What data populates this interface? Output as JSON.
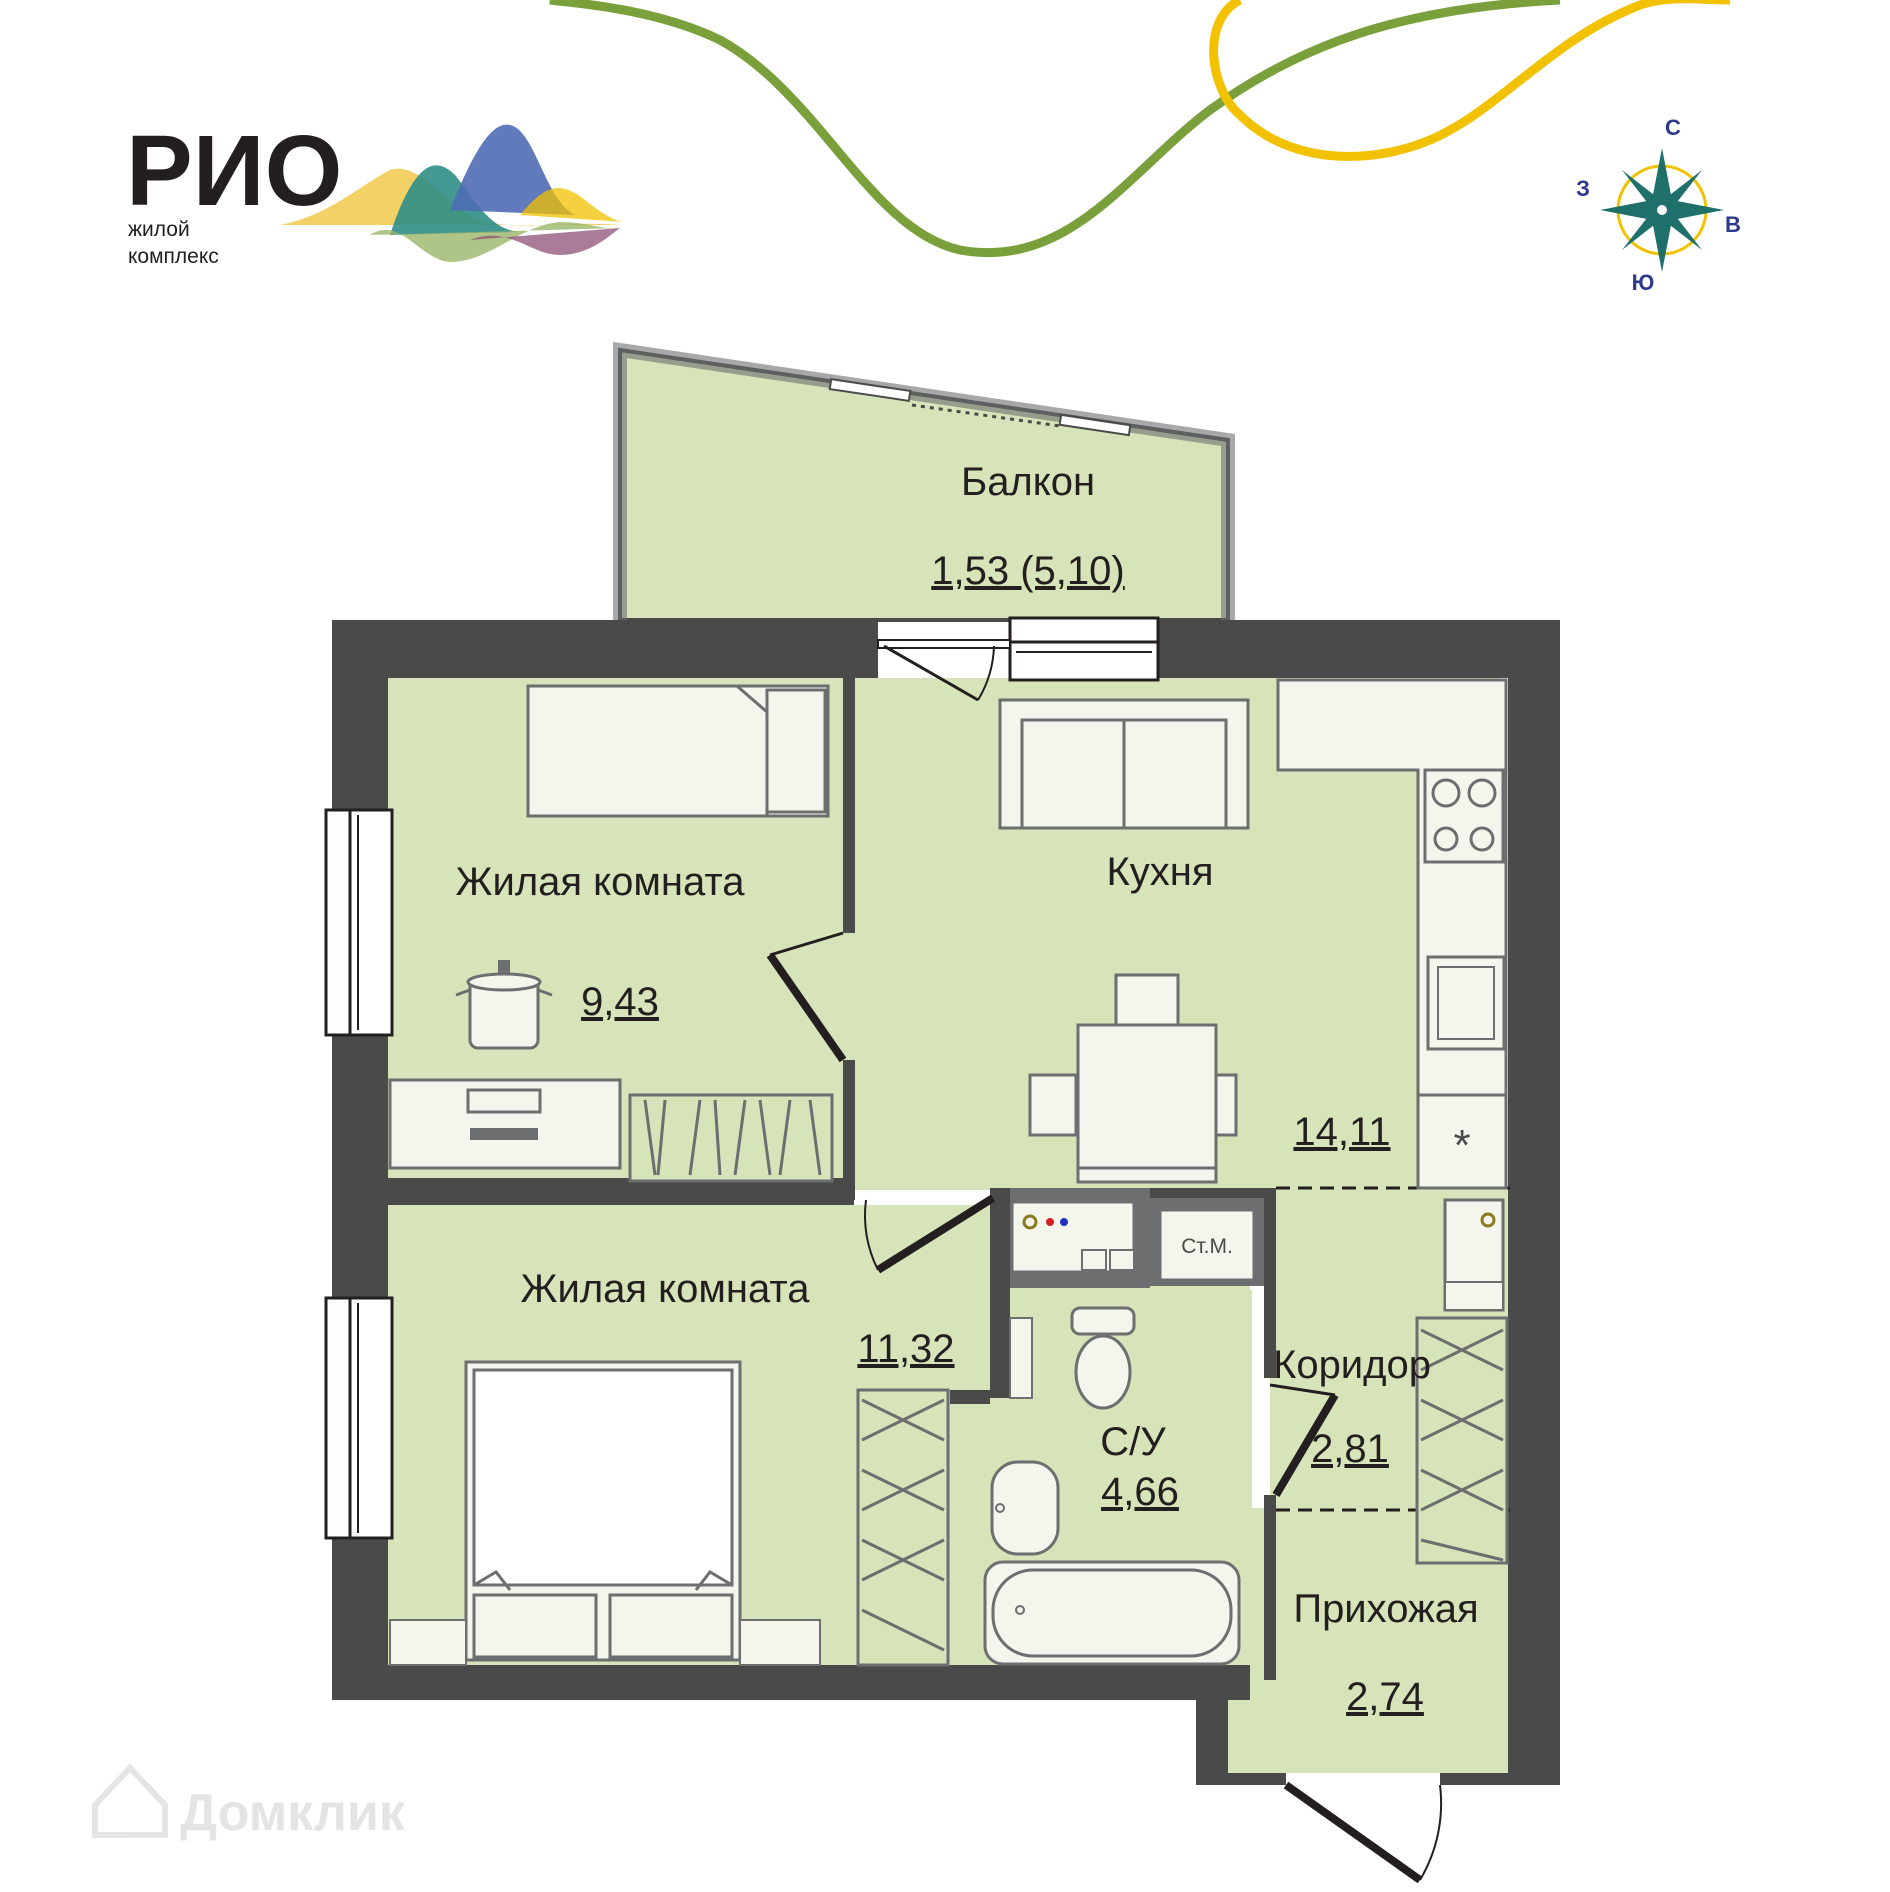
{
  "brand": {
    "name": "РИО",
    "subtitle_line1": "жилой",
    "subtitle_line2": "комплекс"
  },
  "compass": {
    "north": "С",
    "south": "Ю",
    "west": "З",
    "east": "В"
  },
  "rooms": {
    "balcony": {
      "name": "Балкон",
      "area": "1,53 (5,10)"
    },
    "bedroom1": {
      "name": "Жилая комната",
      "area": "9,43"
    },
    "bedroom2": {
      "name": "Жилая комната",
      "area": "11,32"
    },
    "kitchen": {
      "name": "Кухня",
      "area": "14,11"
    },
    "bathroom": {
      "name": "С/У",
      "area": "4,66"
    },
    "corridor": {
      "name": "Коридор",
      "area": "2,81"
    },
    "hall": {
      "name": "Прихожая",
      "area": "2,74"
    }
  },
  "appliance": {
    "washer_label": "Ст.М."
  },
  "watermark": {
    "text": "Домклик"
  },
  "colors": {
    "room_fill": "#d7e3b8",
    "wall_dark": "#4a4a4a",
    "wall_mid": "#6d6e70",
    "furniture_fill": "#f4f5ec",
    "green_curve": "#7aa03c",
    "yellow_curve": "#f2c200",
    "compass_teal": "#1f6f6b",
    "compass_gold": "#f0c200",
    "compass_letters": "#2d3a8c"
  }
}
